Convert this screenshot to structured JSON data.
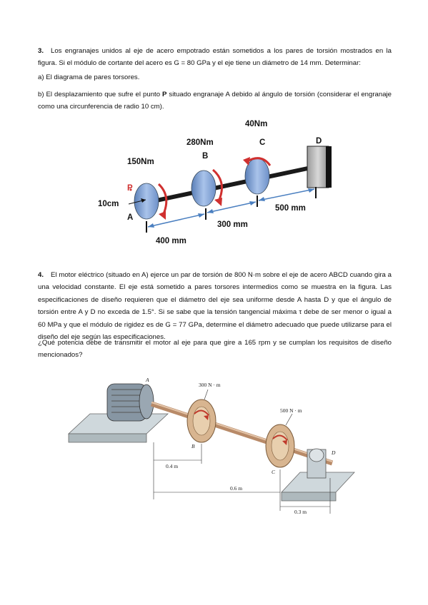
{
  "problem3": {
    "number": "3.",
    "text_line1": "Los engranajes unidos al eje de acero empotrado están sometidos a los pares de torsión mostrados en la figura. Si el módulo de cortante del acero es G = 80 GPa y el eje tiene un diámetro de 14 mm. Determinar:",
    "item_a": "a) El diagrama de pares torsores.",
    "item_b_pre": "b) El desplazamiento que sufre el punto ",
    "item_b_bold": "P",
    "item_b_post": " situado engranaje A debido al ángulo de torsión (considerar el engranaje como una circunferencia de radio 10 cm).",
    "figure": {
      "torque_a": "150Nm",
      "torque_b": "280Nm",
      "torque_c": "40Nm",
      "label_a": "A",
      "label_b": "B",
      "label_c": "C",
      "label_d": "D",
      "label_p": "P",
      "radius": "10cm",
      "dim_ab": "400 mm",
      "dim_bc": "300 mm",
      "dim_cd": "500 mm"
    }
  },
  "problem4": {
    "number": "4.",
    "text": "El motor eléctrico (situado en A) ejerce un par de torsión de 800 N·m sobre el eje de acero ABCD cuando gira a una velocidad constante. El eje está sometido a pares torsores intermedios como se muestra en la figura. Las especificaciones de diseño requieren que el diámetro del eje sea uniforme desde A hasta D y que el ángulo de torsión entre A y D no exceda de 1.5°. Si se sabe que la tensión tangencial máxima τ debe de ser menor o igual a 60 MPa y que el módulo de rigidez es de G = 77 GPa, determine el diámetro adecuado que puede utilizarse para el diseño del eje según las especificaciones.",
    "question": "¿Qué potencia debe de transmitir el motor al eje para que gire a 165 rpm y se cumplan los requisitos de diseño mencionados?",
    "figure": {
      "torque_b": "300 N · m",
      "torque_c": "500 N · m",
      "label_a": "A",
      "label_b": "B",
      "label_c": "C",
      "label_d": "D",
      "dim_ab": "0.4 m",
      "dim_ac": "0.6 m",
      "dim_cd": "0.3 m"
    }
  }
}
